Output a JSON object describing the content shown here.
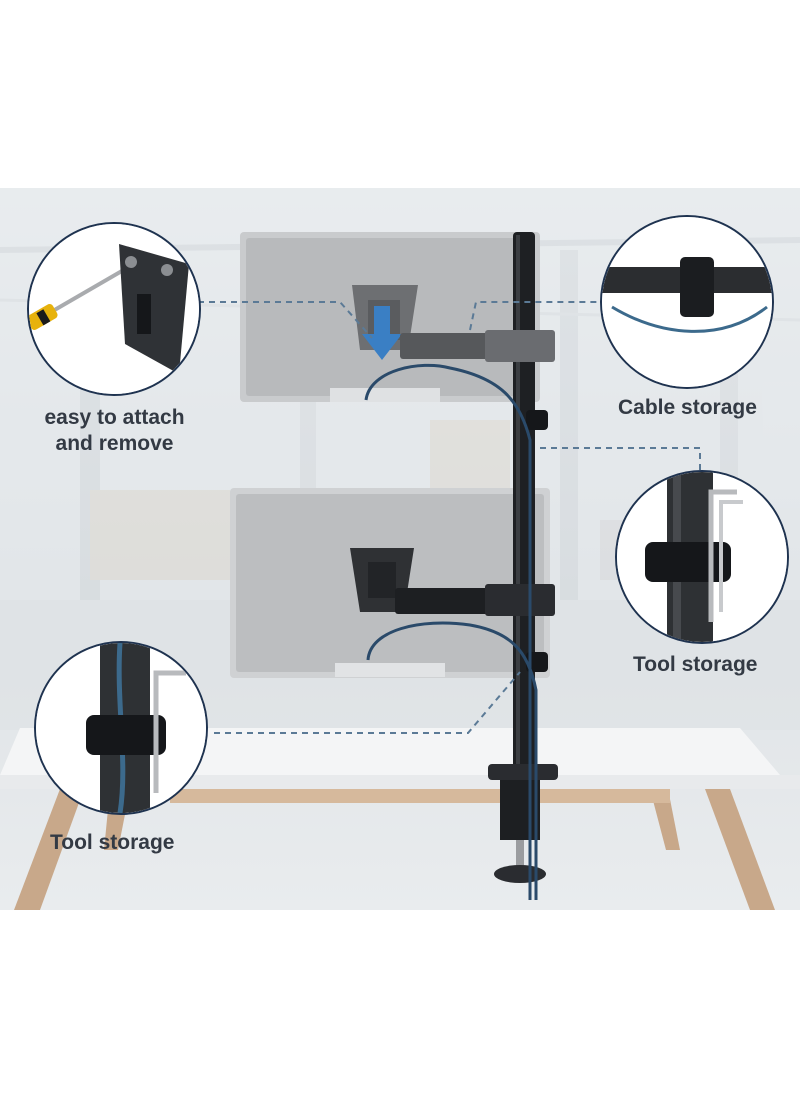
{
  "callouts": {
    "top_left": {
      "line1": "easy to attach",
      "line2": "and remove"
    },
    "top_right": {
      "text": "Cable storage"
    },
    "mid_right": {
      "text": "Tool storage"
    },
    "bottom_left": {
      "text": "Tool storage"
    }
  },
  "colors": {
    "circle_border": "#1f3350",
    "dashed_line": "#5b7a96",
    "label_text": "#333a44",
    "arrow_blue": "#3a7fc4",
    "cable_blue": "#2a4a6a"
  },
  "icons": [
    "screwdriver-icon",
    "vesa-plate-icon",
    "cable-clip-icon",
    "allen-key-icon"
  ]
}
